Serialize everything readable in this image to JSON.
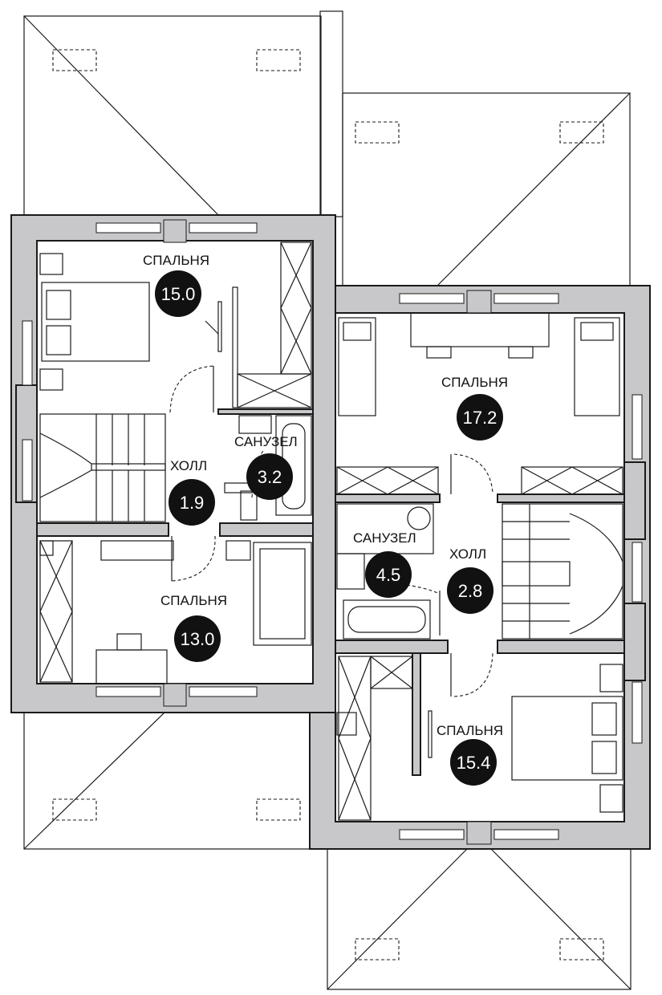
{
  "colors": {
    "wall_fill": "#c8c8ca",
    "line": "#1a1a1a",
    "badge": "#111111",
    "badge_text": "#ffffff"
  },
  "rooms": [
    {
      "name": "СПАЛЬНЯ",
      "area": "15.0"
    },
    {
      "name": "ХОЛЛ",
      "area": "1.9"
    },
    {
      "name": "САНУЗЕЛ",
      "area": "3.2"
    },
    {
      "name": "СПАЛЬНЯ",
      "area": "13.0"
    },
    {
      "name": "СПАЛЬНЯ",
      "area": "17.2"
    },
    {
      "name": "САНУЗЕЛ",
      "area": "4.5"
    },
    {
      "name": "ХОЛЛ",
      "area": "2.8"
    },
    {
      "name": "СПАЛЬНЯ",
      "area": "15.4"
    }
  ]
}
